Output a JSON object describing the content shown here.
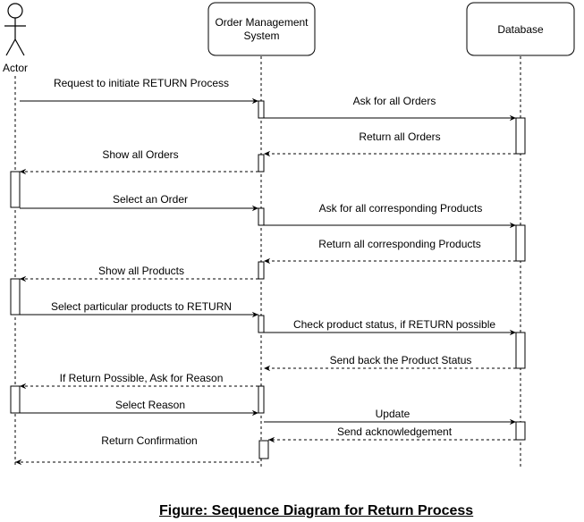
{
  "participants": [
    {
      "id": "actor",
      "label": "Actor",
      "kind": "actor"
    },
    {
      "id": "oms",
      "label_lines": [
        "Order Management",
        "System"
      ],
      "kind": "box"
    },
    {
      "id": "db",
      "label": "Database",
      "kind": "box"
    }
  ],
  "messages": [
    {
      "from": "actor",
      "to": "oms",
      "label": "Request to initiate RETURN Process",
      "style": "solid"
    },
    {
      "from": "oms",
      "to": "db",
      "label": "Ask for all Orders",
      "style": "solid"
    },
    {
      "from": "db",
      "to": "oms",
      "label": "Return all Orders",
      "style": "dashed"
    },
    {
      "from": "oms",
      "to": "actor",
      "label": "Show all Orders",
      "style": "dashed"
    },
    {
      "from": "actor",
      "to": "oms",
      "label": "Select an Order",
      "style": "solid"
    },
    {
      "from": "oms",
      "to": "db",
      "label": "Ask for all corresponding Products",
      "style": "solid"
    },
    {
      "from": "db",
      "to": "oms",
      "label": "Return all corresponding Products",
      "style": "dashed"
    },
    {
      "from": "oms",
      "to": "actor",
      "label": "Show all Products",
      "style": "dashed"
    },
    {
      "from": "actor",
      "to": "oms",
      "label": "Select particular products to RETURN",
      "style": "solid"
    },
    {
      "from": "oms",
      "to": "db",
      "label": "Check product status, if RETURN possible",
      "style": "solid"
    },
    {
      "from": "db",
      "to": "oms",
      "label": "Send back the Product Status",
      "style": "dashed"
    },
    {
      "from": "oms",
      "to": "actor",
      "label": "If Return Possible, Ask for Reason",
      "style": "dashed"
    },
    {
      "from": "actor",
      "to": "oms",
      "label": "Select Reason",
      "style": "solid"
    },
    {
      "from": "oms",
      "to": "db",
      "label": "Update",
      "style": "solid"
    },
    {
      "from": "db",
      "to": "oms",
      "label": "Send acknowledgement",
      "style": "dashed"
    },
    {
      "from": "oms",
      "to": "actor",
      "label": "Return Confirmation",
      "style": "dashed"
    }
  ],
  "caption": "Figure: Sequence Diagram for Return Process"
}
